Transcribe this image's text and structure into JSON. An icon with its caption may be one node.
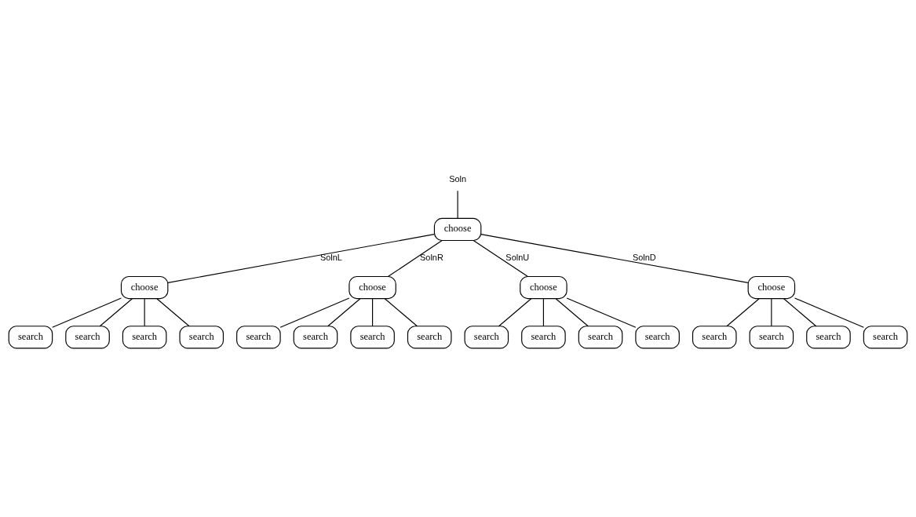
{
  "diagram": {
    "nodes": [
      {
        "text": [
          "Soln"
        ]
      },
      {
        "text": [
          "choose"
        ]
      },
      {
        "text": [
          "choose"
        ]
      },
      {
        "text": [
          "choose"
        ]
      },
      {
        "text": [
          "choose"
        ]
      },
      {
        "text": [
          "choose"
        ]
      },
      {
        "text": [
          "search"
        ]
      },
      {
        "text": [
          "search"
        ]
      },
      {
        "text": [
          "search"
        ]
      },
      {
        "text": [
          "search"
        ]
      },
      {
        "text": [
          "search"
        ]
      },
      {
        "text": [
          "search"
        ]
      },
      {
        "text": [
          "search"
        ]
      },
      {
        "text": [
          "search"
        ]
      },
      {
        "text": [
          "search"
        ]
      },
      {
        "text": [
          "search"
        ]
      },
      {
        "text": [
          "search"
        ]
      },
      {
        "text": [
          "search"
        ]
      },
      {
        "text": [
          "search"
        ]
      },
      {
        "text": [
          "search"
        ]
      },
      {
        "text": [
          "search"
        ]
      },
      {
        "text": [
          "search"
        ]
      }
    ],
    "edges": [
      {
        "from": 0,
        "to": 1,
        "arrow": "none"
      },
      {
        "from": 1,
        "to": 2,
        "arrow": "none",
        "label": "SolnL"
      },
      {
        "from": 1,
        "to": 3,
        "arrow": "none",
        "label": "SolnR"
      },
      {
        "from": 1,
        "to": 4,
        "arrow": "none",
        "label": "SolnU"
      },
      {
        "from": 1,
        "to": 5,
        "arrow": "none",
        "label": "SolnD"
      },
      {
        "from": 2,
        "to": 6,
        "arrow": "none"
      },
      {
        "from": 2,
        "to": 7,
        "arrow": "none"
      },
      {
        "from": 2,
        "to": 8,
        "arrow": "none"
      },
      {
        "from": 2,
        "to": 9,
        "arrow": "none"
      },
      {
        "from": 3,
        "to": 10,
        "arrow": "none"
      },
      {
        "from": 3,
        "to": 11,
        "arrow": "none"
      },
      {
        "from": 3,
        "to": 12,
        "arrow": "none"
      },
      {
        "from": 3,
        "to": 13,
        "arrow": "none"
      },
      {
        "from": 4,
        "to": 14,
        "arrow": "none"
      },
      {
        "from": 4,
        "to": 15,
        "arrow": "none"
      },
      {
        "from": 4,
        "to": 16,
        "arrow": "none"
      },
      {
        "from": 4,
        "to": 17,
        "arrow": "none"
      },
      {
        "from": 5,
        "to": 18,
        "arrow": "none"
      },
      {
        "from": 5,
        "to": 19,
        "arrow": "none"
      },
      {
        "from": 5,
        "to": 20,
        "arrow": "none"
      },
      {
        "from": 5,
        "to": 21,
        "arrow": "none"
      }
    ]
  }
}
